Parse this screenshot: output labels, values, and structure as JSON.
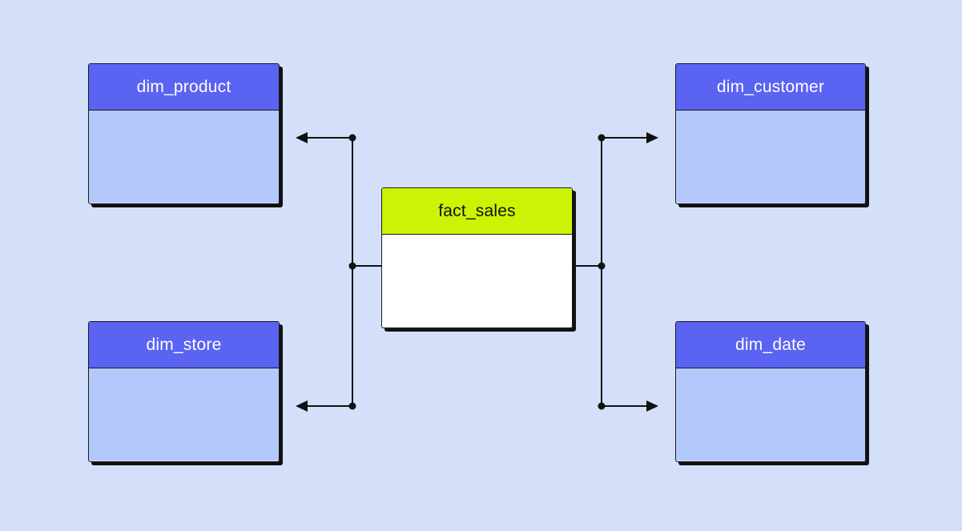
{
  "diagram": {
    "fact_table": {
      "name": "fact_sales"
    },
    "dimension_tables": [
      {
        "id": "product",
        "name": "dim_product"
      },
      {
        "id": "store",
        "name": "dim_store"
      },
      {
        "id": "customer",
        "name": "dim_customer"
      },
      {
        "id": "date",
        "name": "dim_date"
      }
    ],
    "relationships": [
      {
        "from": "fact_sales",
        "to": "dim_product"
      },
      {
        "from": "fact_sales",
        "to": "dim_store"
      },
      {
        "from": "fact_sales",
        "to": "dim_customer"
      },
      {
        "from": "fact_sales",
        "to": "dim_date"
      }
    ]
  },
  "colors": {
    "background": "#d4e0fa",
    "dimension_header": "#5a63f2",
    "dimension_body": "#b3c8fb",
    "fact_header": "#ccf205",
    "fact_body": "#ffffff",
    "line": "#111111"
  }
}
